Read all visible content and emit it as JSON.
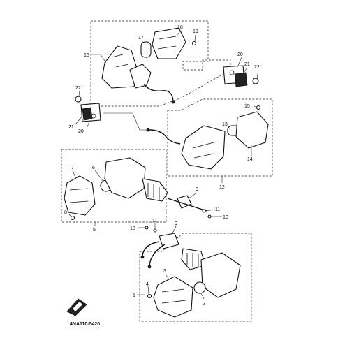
{
  "diagram": {
    "part_code": "4NA110-5420",
    "callouts": {
      "c1": "1",
      "c2": "2",
      "c3": "3",
      "c4": "4",
      "c5": "5",
      "c6": "6",
      "c7": "7",
      "c8": "8",
      "c9a": "9",
      "c9b": "9",
      "c10a": "10",
      "c10b": "10",
      "c11a": "11",
      "c11b": "11",
      "c12": "12",
      "c13": "13",
      "c14": "14",
      "c15": "15",
      "c16": "16",
      "c17": "17",
      "c18": "18",
      "c19": "19",
      "c20a": "20",
      "c20b": "20",
      "c21a": "21",
      "c21b": "21",
      "c22a": "22",
      "c22b": "22"
    }
  }
}
